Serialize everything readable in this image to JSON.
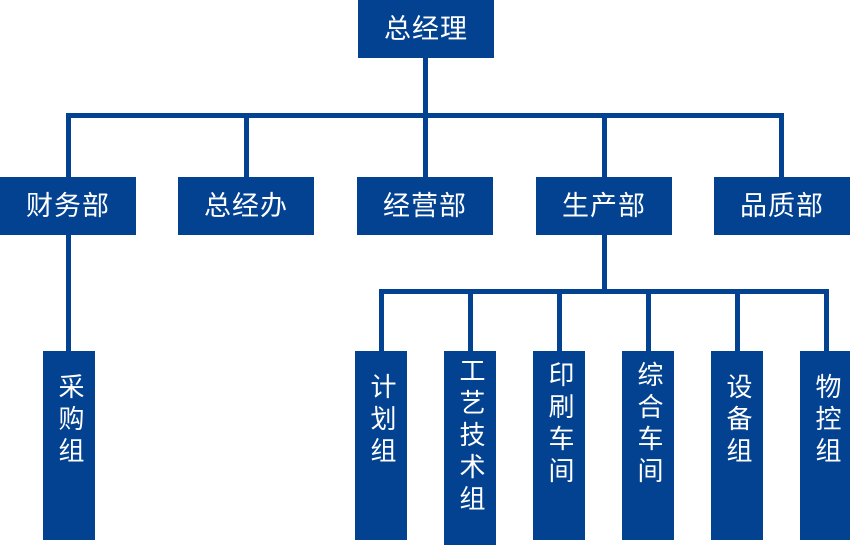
{
  "chart_title": "",
  "colors": {
    "box_fill": "#034191",
    "box_text": "#ffffff",
    "connector": "#034191",
    "background": "#ffffff"
  },
  "org": {
    "root": {
      "label": "总经理",
      "orientation": "horizontal"
    },
    "level2": [
      {
        "label": "财务部",
        "orientation": "horizontal"
      },
      {
        "label": "总经办",
        "orientation": "horizontal"
      },
      {
        "label": "经营部",
        "orientation": "horizontal"
      },
      {
        "label": "生产部",
        "orientation": "horizontal"
      },
      {
        "label": "品质部",
        "orientation": "horizontal"
      }
    ],
    "finance_children": [
      {
        "label": "采购组",
        "orientation": "vertical"
      }
    ],
    "production_children": [
      {
        "label": "计划组",
        "orientation": "vertical"
      },
      {
        "label": "工艺技术组",
        "orientation": "vertical"
      },
      {
        "label": "印刷车间",
        "orientation": "vertical"
      },
      {
        "label": "综合车间",
        "orientation": "vertical"
      },
      {
        "label": "设备组",
        "orientation": "vertical"
      },
      {
        "label": "物控组",
        "orientation": "vertical"
      }
    ]
  }
}
